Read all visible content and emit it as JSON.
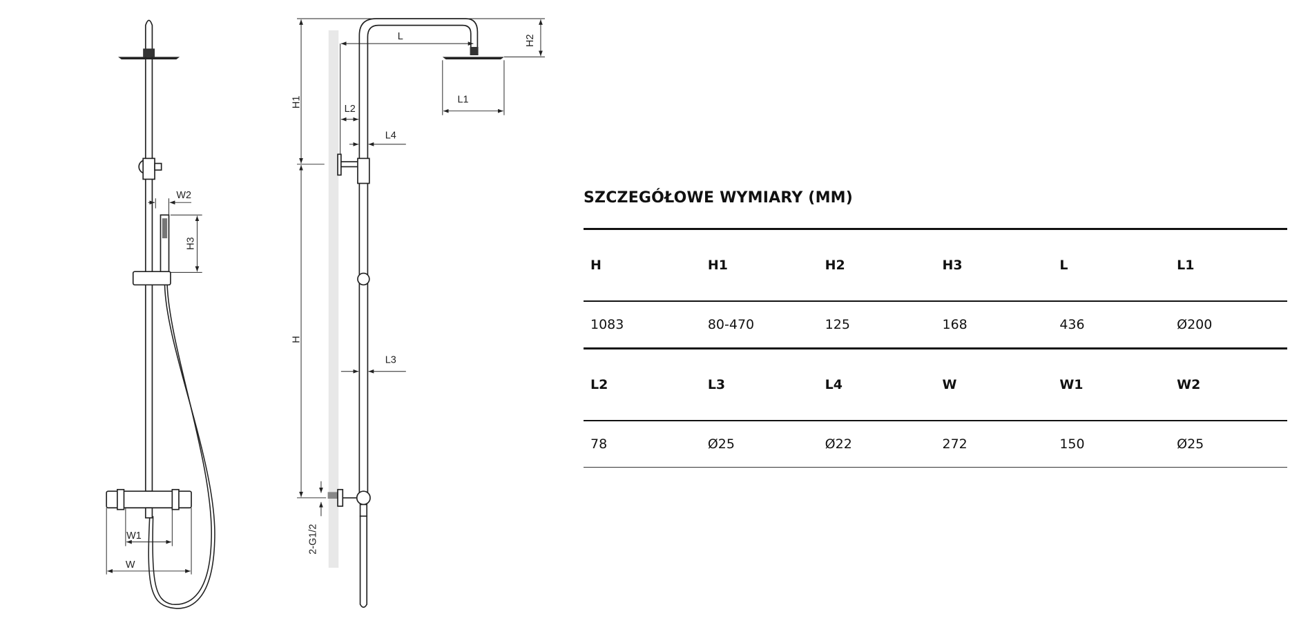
{
  "title": "SZCZEGÓŁOWE WYMIARY (MM)",
  "table": {
    "rows": [
      {
        "headers": [
          "H",
          "H1",
          "H2",
          "H3",
          "L",
          "L1"
        ],
        "values": [
          "1083",
          "80-470",
          "125",
          "168",
          "436",
          "Ø200"
        ]
      },
      {
        "headers": [
          "L2",
          "L3",
          "L4",
          "W",
          "W1",
          "W2"
        ],
        "values": [
          "78",
          "Ø25",
          "Ø22",
          "272",
          "150",
          "Ø25"
        ]
      }
    ]
  },
  "drawing": {
    "labels": {
      "W2": "W2",
      "H3": "H3",
      "W1": "W1",
      "W": "W",
      "L": "L",
      "H2": "H2",
      "L1": "L1",
      "H1": "H1",
      "L2": "L2",
      "L4": "L4",
      "H": "H",
      "L3": "L3",
      "inlet": "2-G1/2"
    }
  }
}
